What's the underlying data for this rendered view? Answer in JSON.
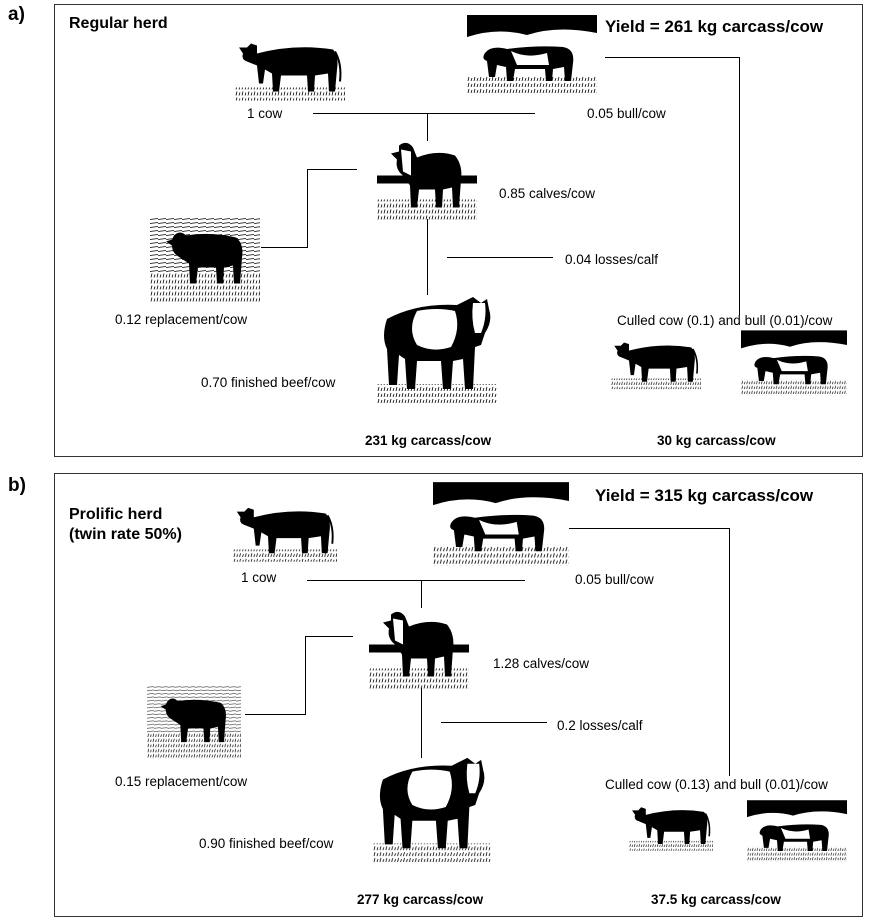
{
  "panel_a": {
    "letter": "a)",
    "title": "Regular herd",
    "yield": "Yield = 261 kg carcass/cow",
    "cow": "1 cow",
    "bull": "0.05 bull/cow",
    "calves": "0.85 calves/cow",
    "losses": "0.04 losses/calf",
    "replacement": "0.12 replacement/cow",
    "culled": "Culled cow (0.1) and bull (0.01)/cow",
    "finished": "0.70 finished beef/cow",
    "carcass_finished": "231 kg carcass/cow",
    "carcass_culled": "30 kg carcass/cow"
  },
  "panel_b": {
    "letter": "b)",
    "title_line1": "Prolific herd",
    "title_line2": "(twin rate 50%)",
    "yield": "Yield = 315 kg carcass/cow",
    "cow": "1 cow",
    "bull": "0.05 bull/cow",
    "calves": "1.28 calves/cow",
    "losses": "0.2 losses/calf",
    "replacement": "0.15 replacement/cow",
    "culled": "Culled cow (0.13) and bull (0.01)/cow",
    "finished": "0.90 finished beef/cow",
    "carcass_finished": "277 kg carcass/cow",
    "carcass_culled": "37.5 kg carcass/cow"
  },
  "icons": {
    "cow": "black-cow-icon",
    "bull": "bull-icon",
    "calf": "calf-icon",
    "heifer": "heifer-icon",
    "steer": "steer-icon"
  }
}
